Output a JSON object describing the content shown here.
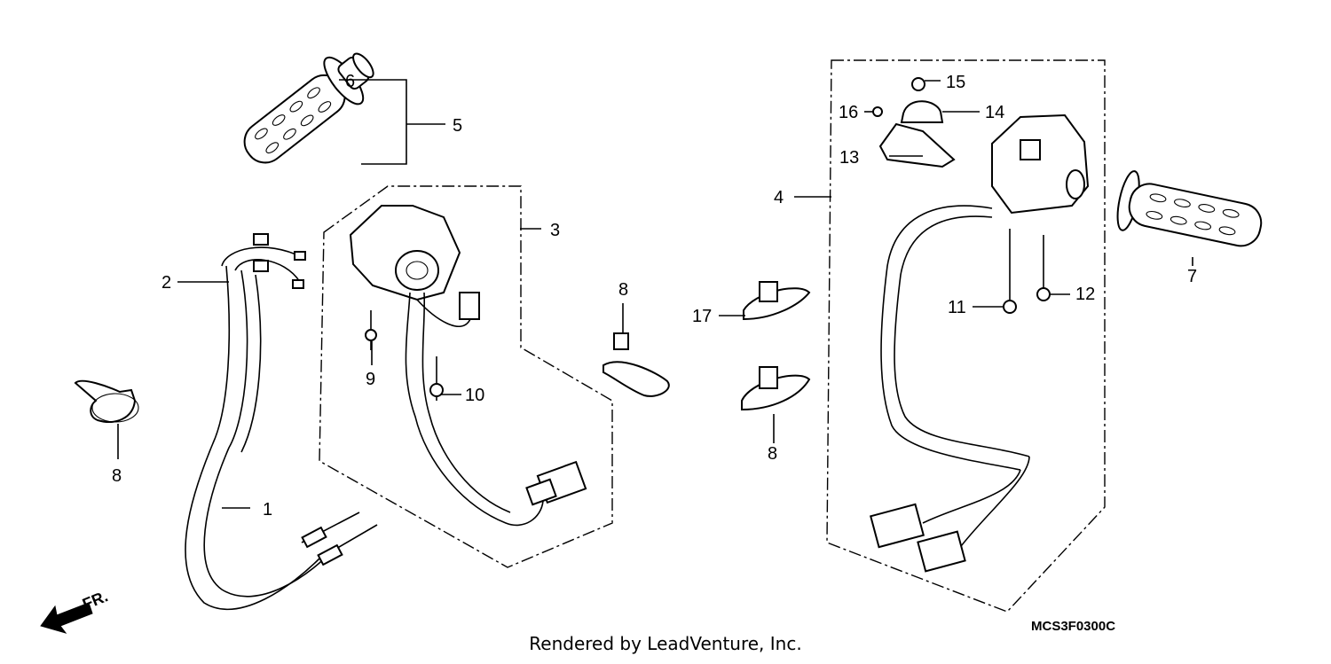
{
  "callouts": {
    "c1": "1",
    "c2": "2",
    "c3": "3",
    "c4": "4",
    "c5": "5",
    "c6": "6",
    "c7": "7",
    "c8a": "8",
    "c8b": "8",
    "c8c": "8",
    "c9": "9",
    "c10": "10",
    "c11": "11",
    "c12": "12",
    "c13": "13",
    "c14": "14",
    "c15": "15",
    "c16": "16",
    "c17": "17"
  },
  "direction_label": "FR.",
  "diagram_code": "MCS3F0300C",
  "footer": "Rendered by LeadVenture, Inc."
}
